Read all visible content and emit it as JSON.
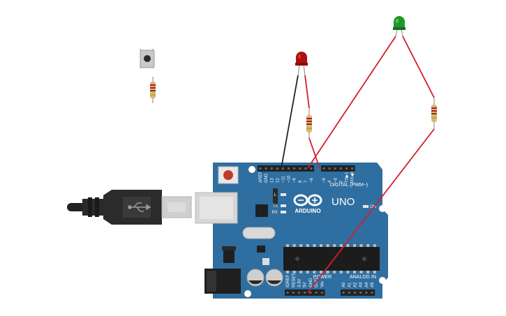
{
  "board": {
    "brand": "ARDUINO",
    "model": "UNO",
    "on_label": "ON",
    "l_label": "L",
    "tx_label": "TX",
    "rx_label": "RX",
    "digital_label": "DIGITAL (PWM~)",
    "power_label": "POWER",
    "analog_label": "ANALOG IN",
    "digital_pins": [
      "AREF",
      "GND",
      "13",
      "12",
      "~11",
      "~10",
      "~9",
      "8",
      "7",
      "~6",
      "~5",
      "4",
      "~3",
      "2",
      "TX▶1",
      "RX◀0"
    ],
    "power_pins": [
      "IOREF",
      "RESET",
      "3.3V",
      "5V",
      "GND",
      "GND",
      "Vin"
    ],
    "analog_pins": [
      "A0",
      "A1",
      "A2",
      "A3",
      "A4",
      "A5"
    ],
    "color": "#2f6ea0"
  },
  "components": {
    "led_red_color": "#b01010",
    "led_green_color": "#1f9a2a",
    "wire_red_color": "#d0202a",
    "wire_black_color": "#222222"
  }
}
